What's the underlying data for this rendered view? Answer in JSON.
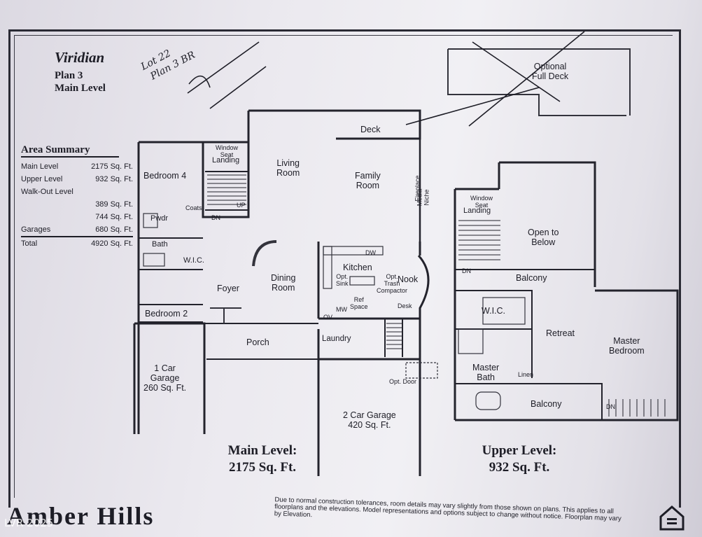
{
  "plan": {
    "name": "Viridian",
    "plan_label": "Plan 3",
    "level_label": "Main Level"
  },
  "handwriting": {
    "line1": "Lot 22",
    "line2": "Plan 3 BR"
  },
  "area_summary": {
    "title": "Area Summary",
    "rows": [
      {
        "label": "Main Level",
        "value": "2175 Sq. Ft."
      },
      {
        "label": "Upper Level",
        "value": "932 Sq. Ft."
      },
      {
        "label": "Walk-Out Level",
        "value": ""
      },
      {
        "label": "",
        "value": "389 Sq. Ft."
      },
      {
        "label": "",
        "value": "744 Sq. Ft."
      },
      {
        "label": "Garages",
        "value": "680 Sq. Ft."
      },
      {
        "label": "Total",
        "value": "4920 Sq. Ft."
      }
    ]
  },
  "main_level_rooms": {
    "deck": "Deck",
    "living": "Living\nRoom",
    "family": "Family\nRoom",
    "bedroom4": "Bedroom 4",
    "landing": "Landing",
    "window_seat": "Window\nSeat",
    "coats": "Coats",
    "pwdr": "Pwdr",
    "bath": "Bath",
    "wic": "W.I.C.",
    "foyer": "Foyer",
    "dining": "Dining\nRoom",
    "kitchen": "Kitchen",
    "nook": "Nook",
    "bedroom2": "Bedroom 2",
    "porch": "Porch",
    "laundry": "Laundry",
    "garage1": "1 Car\nGarage\n260 Sq. Ft.",
    "garage2": "2 Car Garage\n420 Sq. Ft.",
    "fireplace": "Fireplace",
    "media_niche": "Media\nNiche",
    "dw": "DW",
    "opt_sink": "Opt.\nSink",
    "opt_trash": "Opt.\nTrash\nCompactor",
    "ref_space": "Ref\nSpace",
    "mw": "MW",
    "ov": "OV",
    "desk": "Desk",
    "opt_door": "Opt. Door",
    "up": "UP",
    "dn": "DN"
  },
  "upper_level_rooms": {
    "optional_deck": "Optional\nFull Deck",
    "landing": "Landing",
    "window_seat": "Window\nSeat",
    "open_below": "Open to\nBelow",
    "balcony_top": "Balcony",
    "wic": "W.I.C.",
    "retreat": "Retreat",
    "master_bedroom": "Master\nBedroom",
    "master_bath": "Master\nBath",
    "linen": "Linen",
    "balcony_bottom": "Balcony",
    "dn": "DN"
  },
  "level_totals": {
    "main_title": "Main Level:",
    "main_area": "2175 Sq. Ft.",
    "upper_title": "Upper Level:",
    "upper_area": "932 Sq. Ft."
  },
  "footer": {
    "brand": "Amber Hills",
    "disclaimer": "Due to normal construction tolerances, room details may vary slightly from those shown on plans. This applies to all floorplans and the elevations. Model representations and options subject to change without notice. Floorplan may vary by Elevation.",
    "watermark": "LVR 2025"
  }
}
